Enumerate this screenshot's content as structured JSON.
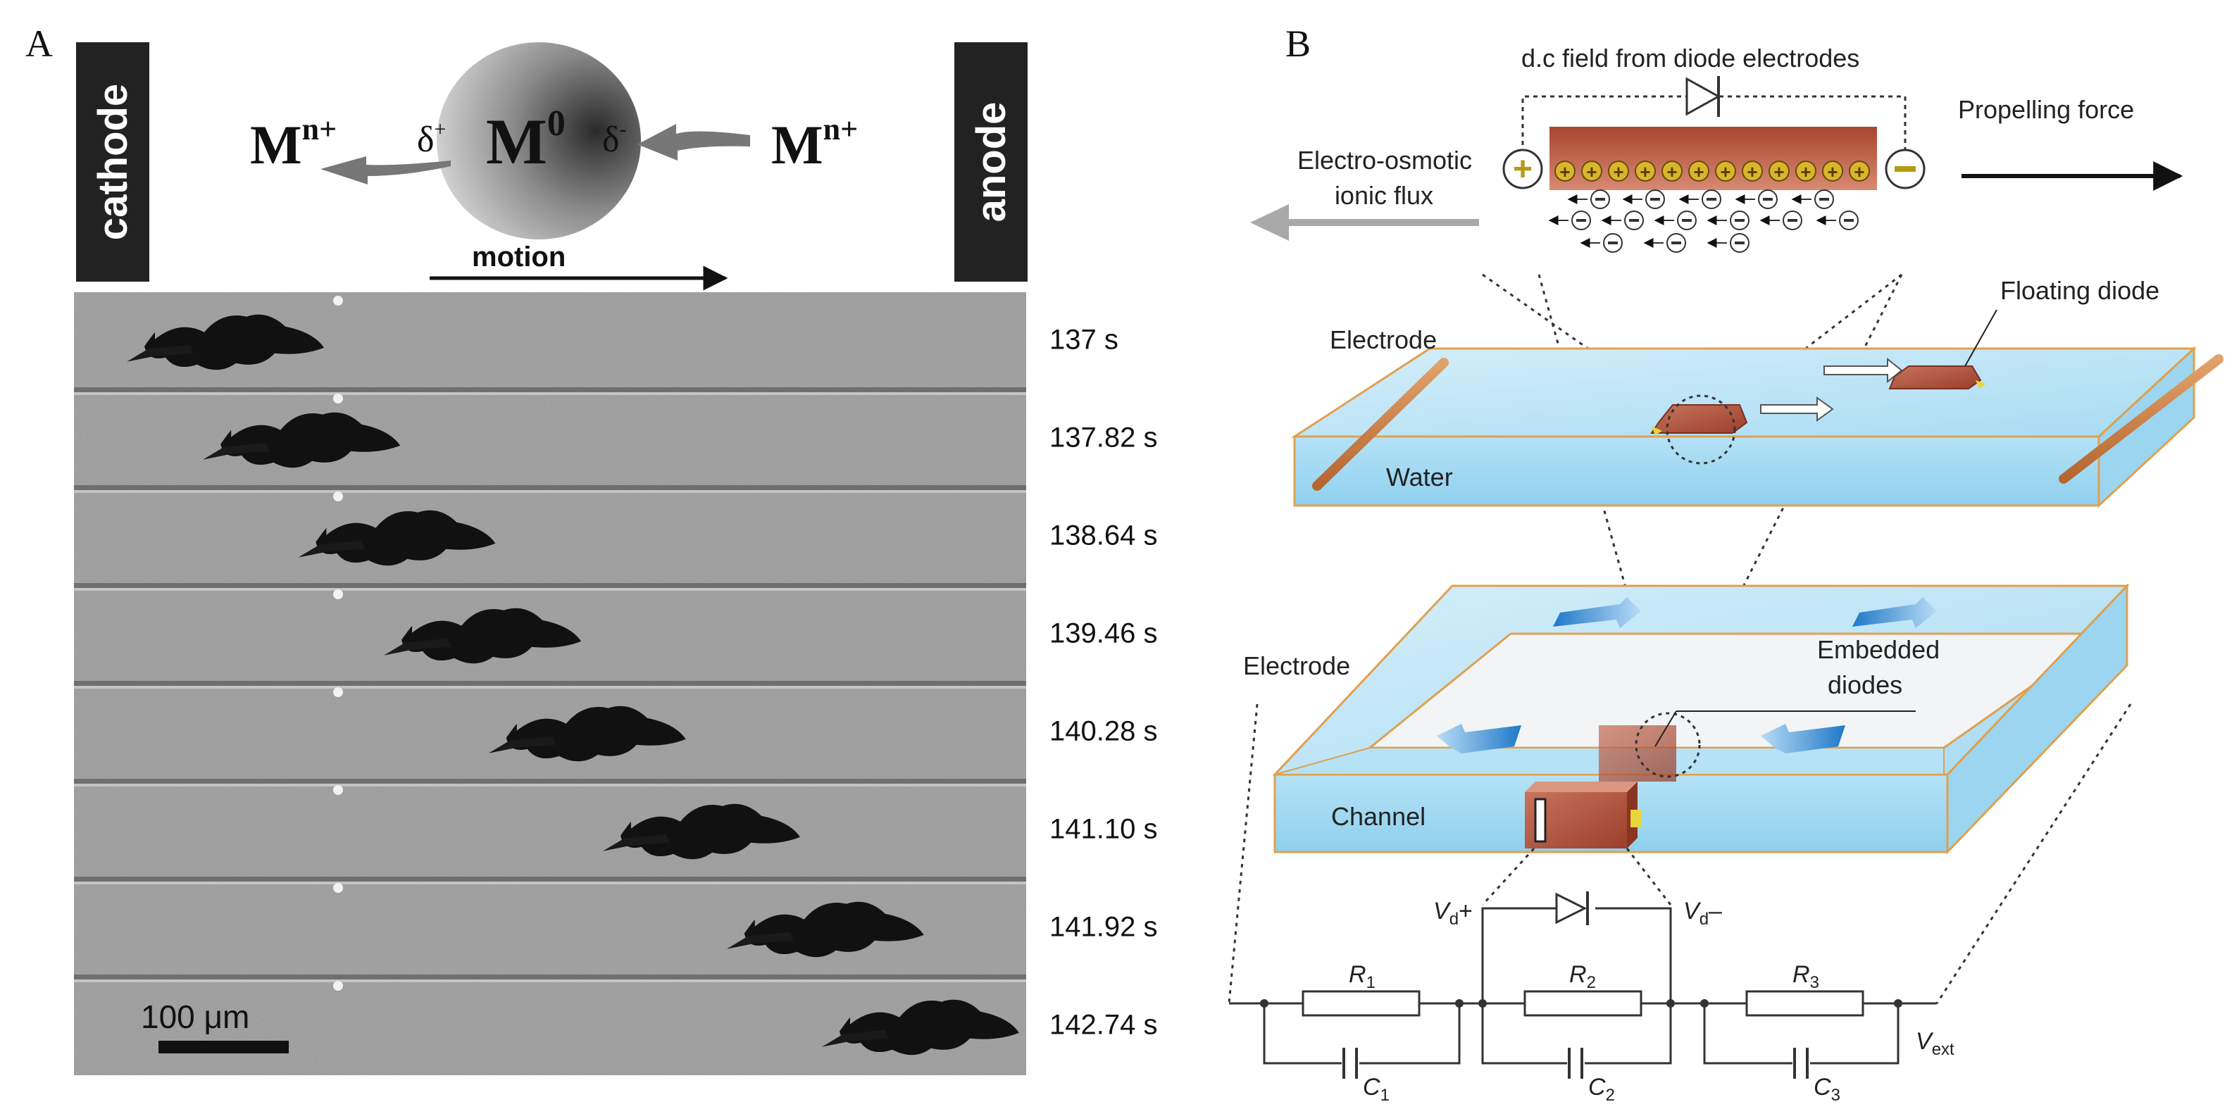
{
  "panel_a": {
    "label": "A",
    "cathode": "cathode",
    "anode": "anode",
    "ion_left": "M",
    "ion_left_sup": "n+",
    "ion_right": "M",
    "ion_right_sup": "n+",
    "particle": "M",
    "particle_sup": "0",
    "delta_plus": "δ",
    "delta_plus_sup": "+",
    "delta_minus": "δ",
    "delta_minus_sup": "-",
    "motion": "motion",
    "scale_bar": "100 μm",
    "frames": [
      {
        "time": "137 s",
        "position": 0.0
      },
      {
        "time": "137.82 s",
        "position": 0.08
      },
      {
        "time": "138.64 s",
        "position": 0.18
      },
      {
        "time": "139.46 s",
        "position": 0.27
      },
      {
        "time": "140.28 s",
        "position": 0.38
      },
      {
        "time": "141.10 s",
        "position": 0.5
      },
      {
        "time": "141.92 s",
        "position": 0.63
      },
      {
        "time": "142.74 s",
        "position": 0.73
      }
    ]
  },
  "panel_b": {
    "label": "B",
    "dc_field": "d.c field from diode electrodes",
    "propelling": "Propelling force",
    "eo_line1": "Electro-osmotic",
    "eo_line2": "ionic flux",
    "floating_diode": "Floating diode",
    "electrode_top": "Electrode",
    "water": "Water",
    "electrode_bottom": "Electrode",
    "embedded_line1": "Embedded",
    "embedded_line2": "diodes",
    "channel": "Channel",
    "vd_plus": "V",
    "vd_plus_sub": "d",
    "vd_plus_sign": "+",
    "vd_minus": "V",
    "vd_minus_sub": "d",
    "vd_minus_sign": "–",
    "r1": "R",
    "r1_sub": "1",
    "r2": "R",
    "r2_sub": "2",
    "r3": "R",
    "r3_sub": "3",
    "c1": "C",
    "c1_sub": "1",
    "c2": "C",
    "c2_sub": "2",
    "c3": "C",
    "c3_sub": "3",
    "vext": "V",
    "vext_sub": "ext"
  }
}
